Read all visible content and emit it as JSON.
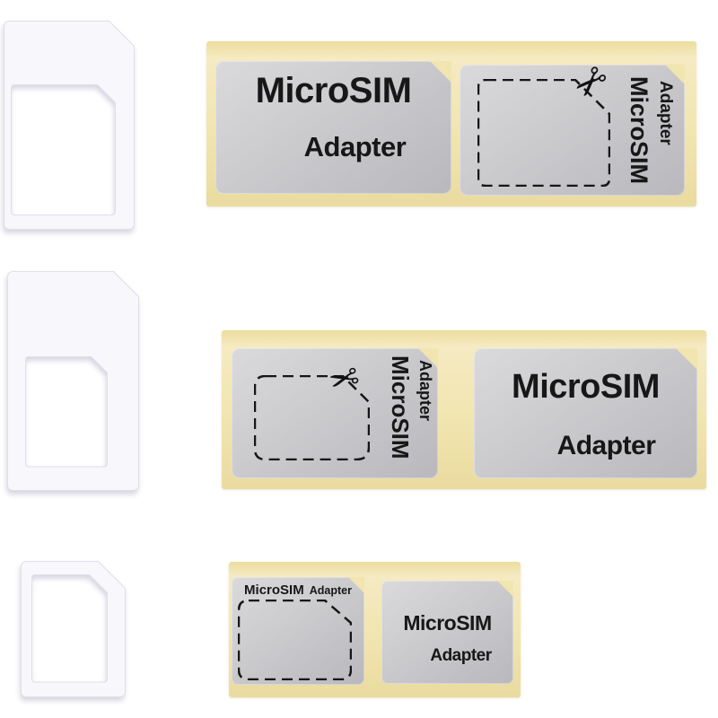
{
  "labels": {
    "microsim": "MicroSIM",
    "adapter": "Adapter"
  },
  "icons": {
    "scissors": "✂"
  },
  "colors": {
    "background": "#ffffff",
    "sheet_backing": "#f1e5b0",
    "sticker_silver": "#c8c8cc",
    "adapter_plastic": "#f8f7fb",
    "label_text": "#171717",
    "cut_guide": "#161616"
  },
  "objects": {
    "adapters": [
      {
        "id": "standard-sim-adapter"
      },
      {
        "id": "micro-sim-adapter"
      },
      {
        "id": "nano-sim-adapter"
      }
    ],
    "sheets": [
      {
        "id": "sheet-top",
        "stickers": [
          "label-sticker",
          "cut-guide-sticker"
        ]
      },
      {
        "id": "sheet-middle",
        "stickers": [
          "cut-guide-sticker",
          "label-sticker"
        ]
      },
      {
        "id": "sheet-bottom",
        "stickers": [
          "mini-cut-guide-sticker",
          "mini-label-sticker"
        ]
      }
    ]
  }
}
